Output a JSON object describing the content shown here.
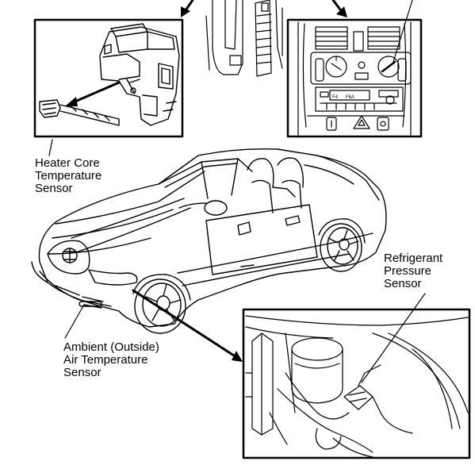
{
  "labels": {
    "heater_core": [
      "Heater Core",
      "Temperature",
      "Sensor"
    ],
    "refrigerant": [
      "Refrigerant",
      "Pressure",
      "Sensor"
    ],
    "ambient": [
      "Ambient (Outside)",
      "Air Temperature",
      "Sensor"
    ]
  },
  "dashboard_labels": {
    "slot_1": "F4",
    "slot_2": "F6A"
  },
  "colors": {
    "ink": "#000000",
    "paper": "#ffffff"
  }
}
